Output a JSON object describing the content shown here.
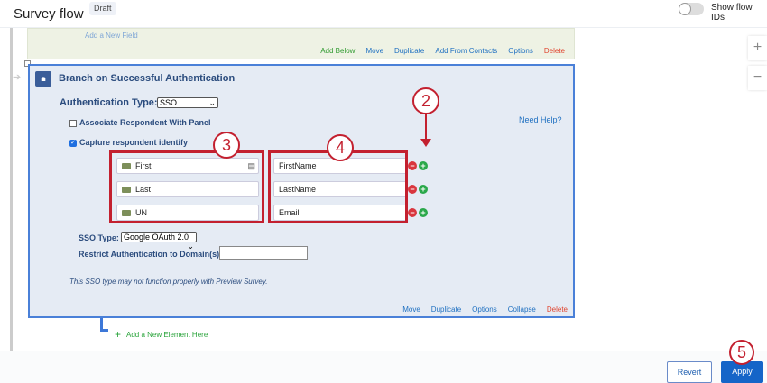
{
  "header": {
    "title": "Survey flow",
    "status": "Draft",
    "toggle_label": "Show flow IDs",
    "toggle_on": false
  },
  "zoom": {
    "in": "+",
    "out": "−"
  },
  "prev_block": {
    "add_field": "Add a New Field",
    "actions": [
      "Add Below",
      "Move",
      "Duplicate",
      "Add From Contacts",
      "Options",
      "Delete"
    ]
  },
  "auth_block": {
    "title": "Branch on Successful Authentication",
    "auth_type_label": "Authentication Type:",
    "auth_type_value": "SSO",
    "associate_label": "Associate Respondent With Panel",
    "associate_checked": false,
    "need_help": "Need Help?",
    "capture_label": "Capture respondent identify",
    "capture_checked": true,
    "mappings": [
      {
        "field": "First",
        "value": "FirstName"
      },
      {
        "field": "Last",
        "value": "LastName"
      },
      {
        "field": "UN",
        "value": "Email"
      }
    ],
    "sso_type_label": "SSO Type:",
    "sso_type_value": "Google OAuth 2.0",
    "restrict_label": "Restrict Authentication to Domain(s)",
    "restrict_value": "",
    "warning": "This SSO type may not function properly with Preview Survey.",
    "actions": [
      "Move",
      "Duplicate",
      "Options",
      "Collapse",
      "Delete"
    ]
  },
  "add_element": "Add a New Element Here",
  "footer": {
    "revert": "Revert",
    "apply": "Apply"
  },
  "annotations": [
    "2",
    "3",
    "4",
    "5"
  ],
  "colors": {
    "accent": "#1f70c1",
    "annotation": "#c3202f",
    "delete": "#e0452f",
    "add": "#2aa43b"
  }
}
